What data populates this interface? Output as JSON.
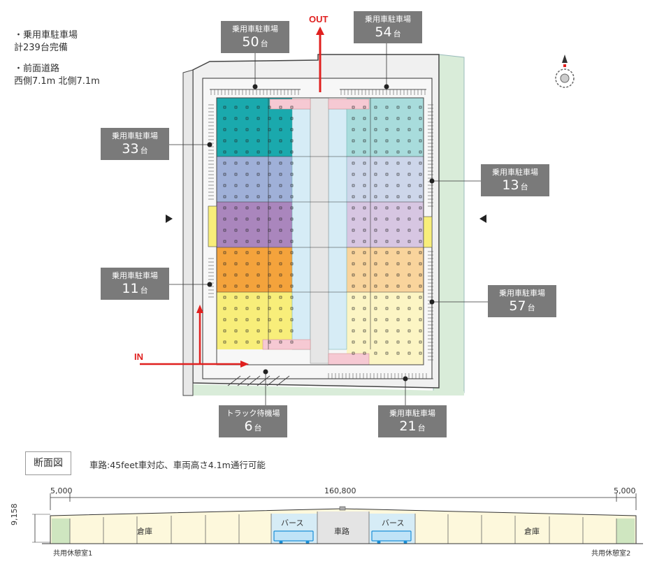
{
  "notes": {
    "parking_title": "・乗用車駐車場",
    "parking_total": "計239台完備",
    "road_title": "・前面道路",
    "road_width": "西側7.1m 北側7.1m"
  },
  "arrows": {
    "out": "OUT",
    "in": "IN"
  },
  "lots": [
    {
      "name": "乗用車駐車場",
      "count": "50",
      "unit": "台"
    },
    {
      "name": "乗用車駐車場",
      "count": "54",
      "unit": "台"
    },
    {
      "name": "乗用車駐車場",
      "count": "33",
      "unit": "台"
    },
    {
      "name": "乗用車駐車場",
      "count": "13",
      "unit": "台"
    },
    {
      "name": "乗用車駐車場",
      "count": "11",
      "unit": "台"
    },
    {
      "name": "乗用車駐車場",
      "count": "57",
      "unit": "台"
    },
    {
      "name": "トラック待機場",
      "count": "6",
      "unit": "台"
    },
    {
      "name": "乗用車駐車場",
      "count": "21",
      "unit": "台"
    }
  ],
  "section": {
    "title": "断面図",
    "description": "車路:45feet車対応、車両高さ4.1m通行可能",
    "dim_left": "5,000",
    "dim_center": "160,800",
    "dim_right": "5,000",
    "dim_height": "9,158",
    "rooms": [
      "倉庫",
      "バース",
      "車路",
      "バース",
      "倉庫"
    ],
    "rest_left": "共用休憩室1",
    "rest_right": "共用休憩室2"
  },
  "colors": {
    "teal": "#1aa9ad",
    "teal_light": "#a8dcdc",
    "blue": "#9fb0d8",
    "blue_light": "#cdd6ea",
    "purple": "#aa86bd",
    "purple_light": "#d7c6e2",
    "orange": "#f4a33c",
    "orange_light": "#f9d49c",
    "yellow": "#f8ee7a",
    "yellow_light": "#fcf5c4",
    "corridor": "#d6ecf6",
    "green_strip": "#d9ecd9",
    "label_bg": "#7a7a7a",
    "arrow_red": "#e0201f"
  }
}
